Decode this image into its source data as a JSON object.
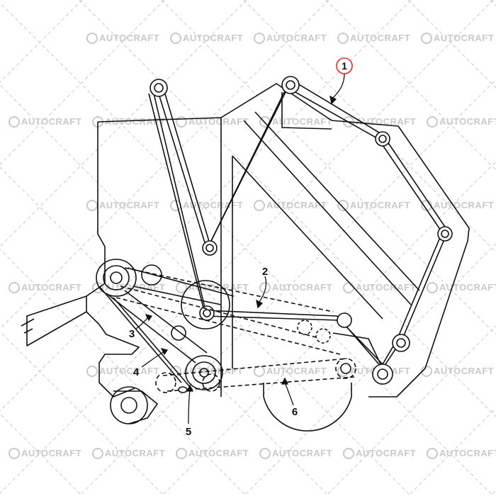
{
  "watermark": {
    "text": "AUTOCRAFT",
    "color": "#c9c9c9"
  },
  "callouts": [
    {
      "id": "1",
      "label": "1",
      "highlighted": true
    },
    {
      "id": "2",
      "label": "2"
    },
    {
      "id": "3",
      "label": "3"
    },
    {
      "id": "4",
      "label": "4"
    },
    {
      "id": "5",
      "label": "5"
    },
    {
      "id": "6",
      "label": "6"
    }
  ],
  "colors": {
    "line": "#111111",
    "highlight_ring": "#d9302c",
    "background": "#ffffff"
  }
}
